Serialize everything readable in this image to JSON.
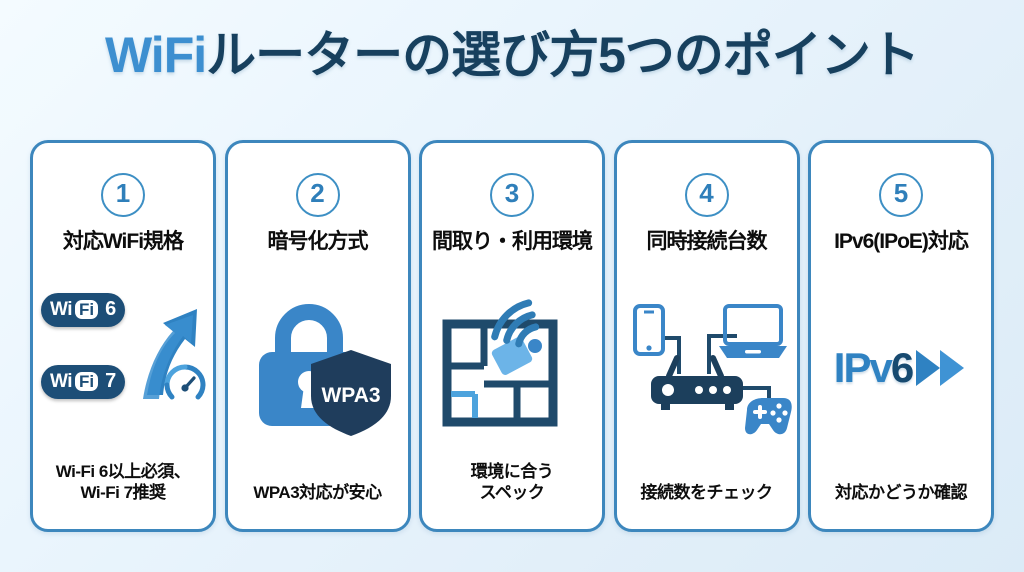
{
  "header": {
    "title_highlight": "WiFi",
    "title_rest": "ルーターの選び方5つのポイント",
    "title_full": "WiFiルーターの選び方5つのポイント",
    "highlight_color": "#3d8fd0",
    "rest_color": "#17405e"
  },
  "theme": {
    "background": "#e8f3fc",
    "card_border": "#3d87bd",
    "card_background": "#ffffff",
    "accent_blue": "#3a86c8",
    "dark_navy": "#1d4e77",
    "number_color": "#2f7fba"
  },
  "cards": [
    {
      "number": "①",
      "number_value": "1",
      "title": "対応WiFi規格",
      "caption_line1": "Wi-Fi 6以上必須、",
      "caption_line2": "Wi-Fi 7推奨",
      "art": {
        "icon": "wifi-standard-badges",
        "badges": [
          {
            "prefix": "Wi",
            "middle": "Fi",
            "generation": "6"
          },
          {
            "prefix": "Wi",
            "middle": "Fi",
            "generation": "7"
          }
        ],
        "extra_icons": [
          "up-arrow-icon",
          "speedometer-icon"
        ]
      }
    },
    {
      "number": "②",
      "number_value": "2",
      "title": "暗号化方式",
      "caption_line1": "WPA3対応が安心",
      "caption_line2": "",
      "art": {
        "icon": "padlock-shield-icon",
        "shield_label": "WPA3"
      }
    },
    {
      "number": "③",
      "number_value": "3",
      "title": "間取り・利用環境",
      "caption_line1": "環境に合う",
      "caption_line2": "スペック",
      "art": {
        "icon": "floorplan-wifi-icon"
      }
    },
    {
      "number": "④",
      "number_value": "4",
      "title": "同時接続台数",
      "caption_line1": "接続数をチェック",
      "caption_line2": "",
      "art": {
        "icon": "router-devices-icon",
        "devices": [
          "smartphone-icon",
          "laptop-icon",
          "router-icon",
          "gamepad-icon"
        ]
      }
    },
    {
      "number": "⑤",
      "number_value": "5",
      "title": "IPv6(IPoE)対応",
      "caption_line1": "対応かどうか確認",
      "caption_line2": "",
      "art": {
        "icon": "ipv6-arrows-icon",
        "label": "IPv6",
        "label_main": "IPv",
        "label_six": "6"
      }
    }
  ]
}
